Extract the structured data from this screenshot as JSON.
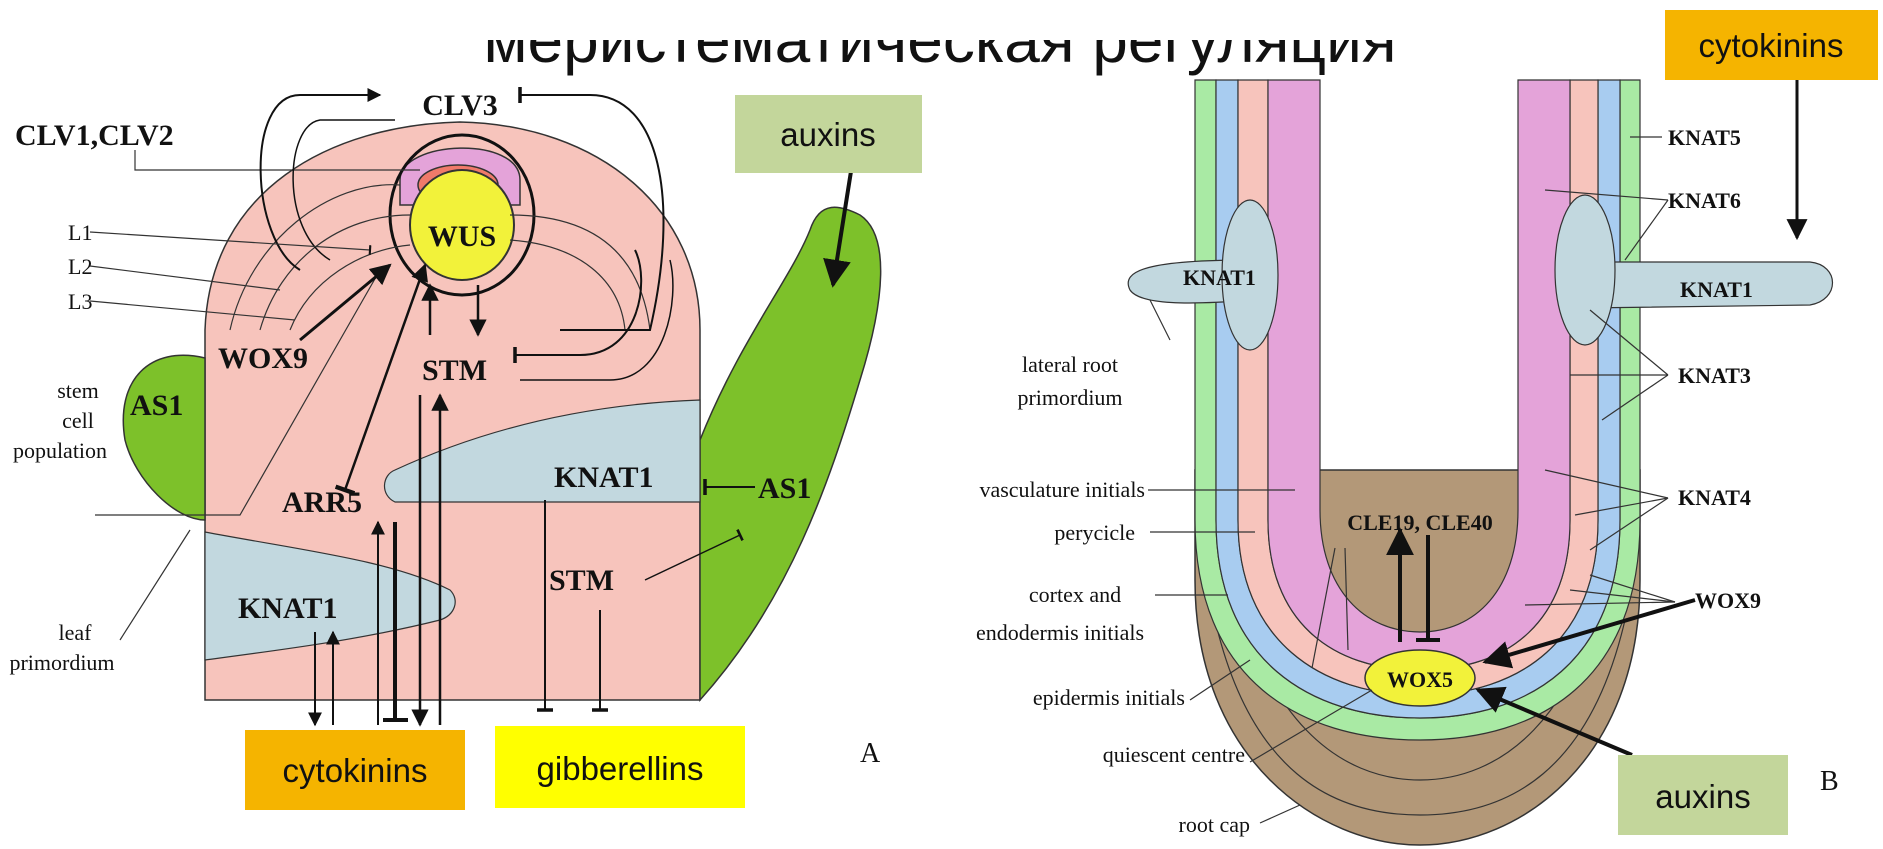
{
  "title": "меристематическая регуляция",
  "colors": {
    "shoot_tissue": "#f7c4bc",
    "blue_tissue": "#c2d8df",
    "green_leaf": "#7dc12a",
    "pink_layer": "#e4a3d9",
    "wus_yellow": "#f2f23a",
    "cytokinins_box": "#f5b400",
    "gibberellins_box": "#ffff00",
    "auxins_box": "#c3d69b",
    "root_cap": "#b39878",
    "root_green": "#a9eaa4",
    "root_blue": "#a8ccf0"
  },
  "panel_a": {
    "label": "A",
    "genes": {
      "clv3": "CLV3",
      "clv1_clv2": "CLV1,CLV2",
      "wus": "WUS",
      "wox9": "WOX9",
      "stm_top": "STM",
      "as1_left": "AS1",
      "arr5": "ARR5",
      "knat1_right": "KNAT1",
      "as1_right": "AS1",
      "stm_bottom": "STM",
      "knat1_left": "KNAT1"
    },
    "labels": {
      "l1": "L1",
      "l2": "L2",
      "l3": "L3",
      "stem_1": "stem",
      "stem_2": "cell",
      "stem_3": "population",
      "leaf_1": "leaf",
      "leaf_2": "primordium"
    },
    "hormones": {
      "cytokinins": "cytokinins",
      "gibberellins": "gibberellins",
      "auxins": "auxins"
    }
  },
  "panel_b": {
    "label": "B",
    "genes": {
      "knat5": "KNAT5",
      "knat6": "KNAT6",
      "knat1_right": "KNAT1",
      "knat1_left": "KNAT1",
      "knat3": "KNAT3",
      "knat4": "KNAT4",
      "wox9": "WOX9",
      "cle": "CLE19, CLE40",
      "wox5": "WOX5"
    },
    "labels": {
      "lateral_1": "lateral root",
      "lateral_2": "primordium",
      "vasculature": "vasculature initials",
      "perycicle": "perycicle",
      "cortex_1": "cortex and",
      "cortex_2": "endodermis initials",
      "epidermis": "epidermis initials",
      "quiescent": "quiescent centre",
      "root_cap": "root cap"
    },
    "hormones": {
      "cytokinins": "cytokinins",
      "auxins": "auxins"
    }
  }
}
